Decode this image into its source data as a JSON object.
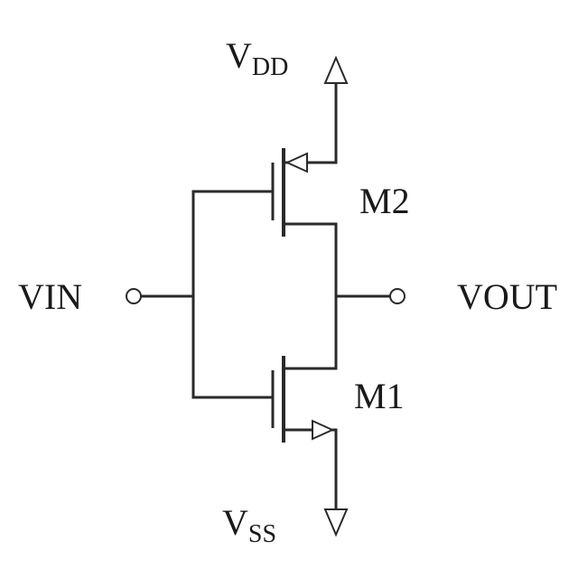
{
  "labels": {
    "vdd_main": "V",
    "vdd_sub": "DD",
    "vss_main": "V",
    "vss_sub": "SS",
    "vin": "VIN",
    "vout": "VOUT",
    "m2": "M2",
    "m1": "M1"
  },
  "colors": {
    "line": "#2a2a2a",
    "text": "#1a1a1a",
    "background": "#ffffff"
  }
}
